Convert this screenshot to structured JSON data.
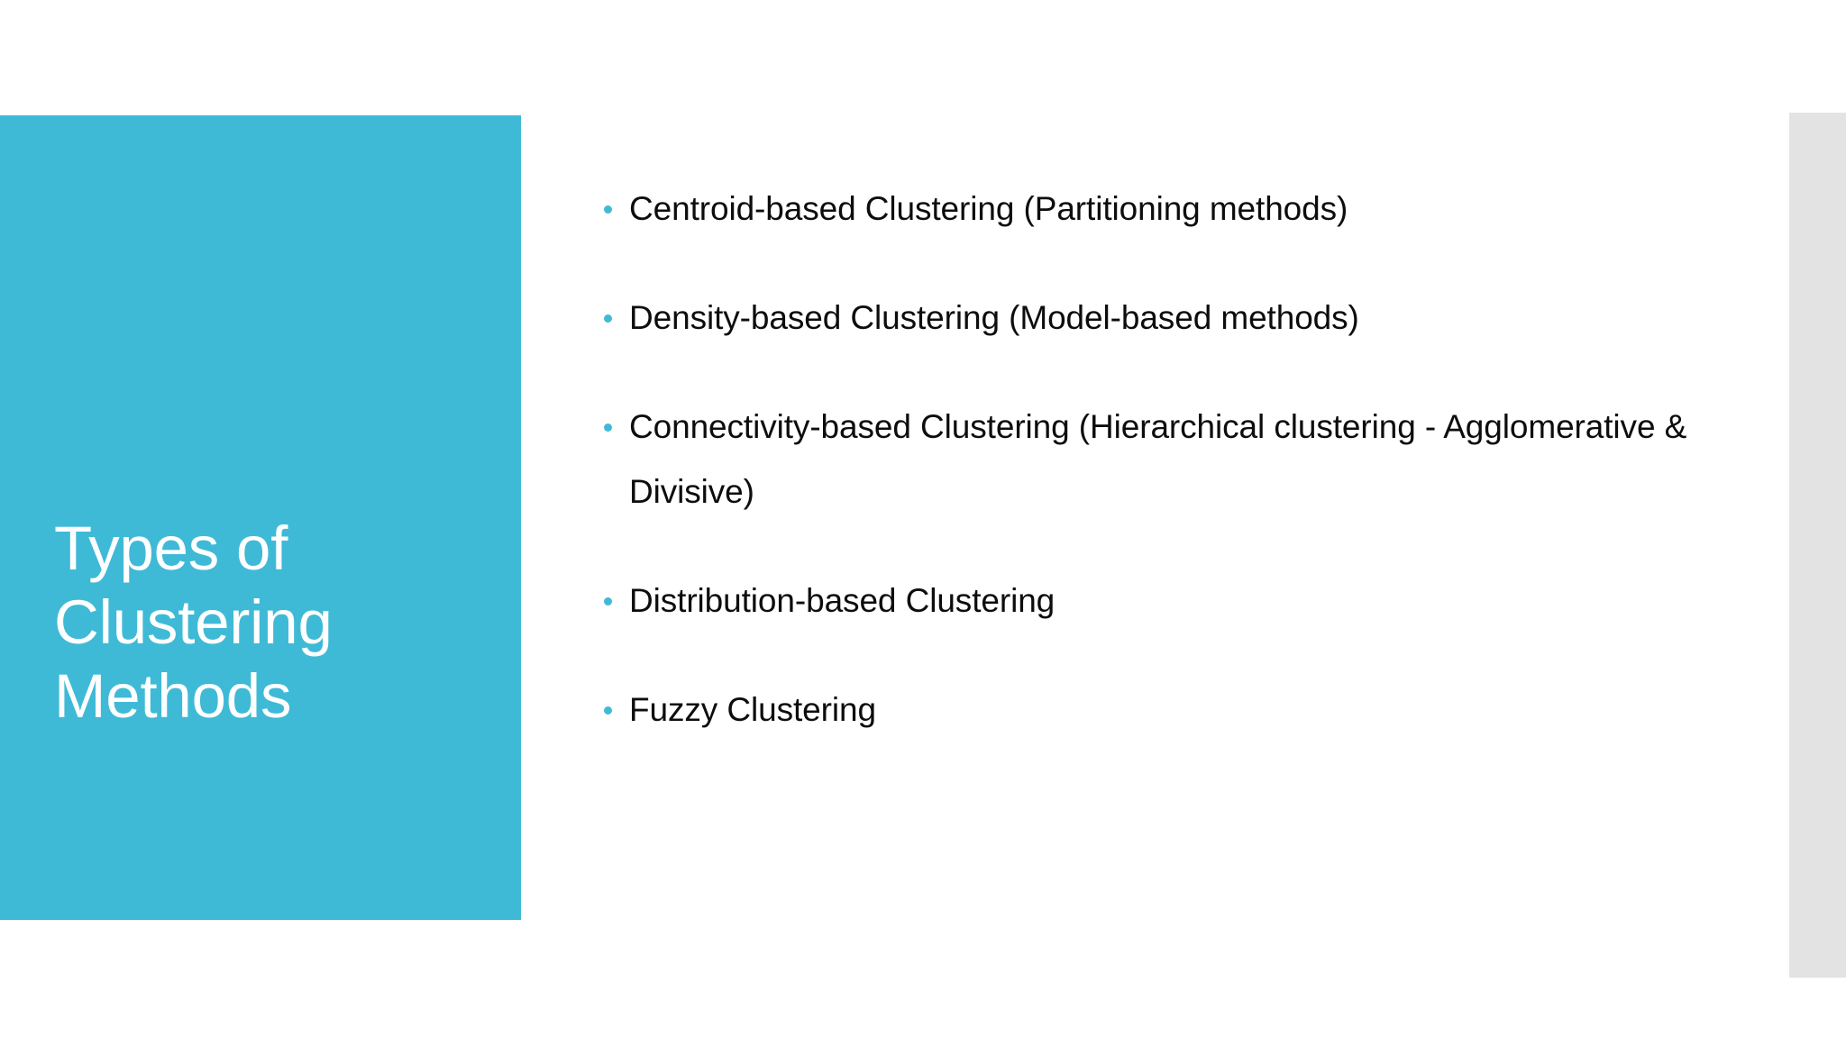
{
  "slide": {
    "background_color": "#FFFFFF",
    "accent_color": "#3FBAD6",
    "text_color": "#0D0D0D",
    "strip_color": "#E3E3E3"
  },
  "title_panel": {
    "title": "Types of\nClustering\nMethods",
    "title_color": "#FFFFFF",
    "panel_color": "#3FBAD6"
  },
  "bullets": {
    "marker": "bullet-dot",
    "marker_color": "#3FBAD6",
    "items": [
      {
        "label": "Centroid-based Clustering (Partitioning methods)"
      },
      {
        "label": "Density-based Clustering (Model-based methods)"
      },
      {
        "label": "Connectivity-based Clustering (Hierarchical clustering - Agglomerative & Divisive)"
      },
      {
        "label": "Distribution-based Clustering"
      },
      {
        "label": "Fuzzy Clustering"
      }
    ]
  },
  "right_strip": {
    "color": "#E3E3E3"
  }
}
